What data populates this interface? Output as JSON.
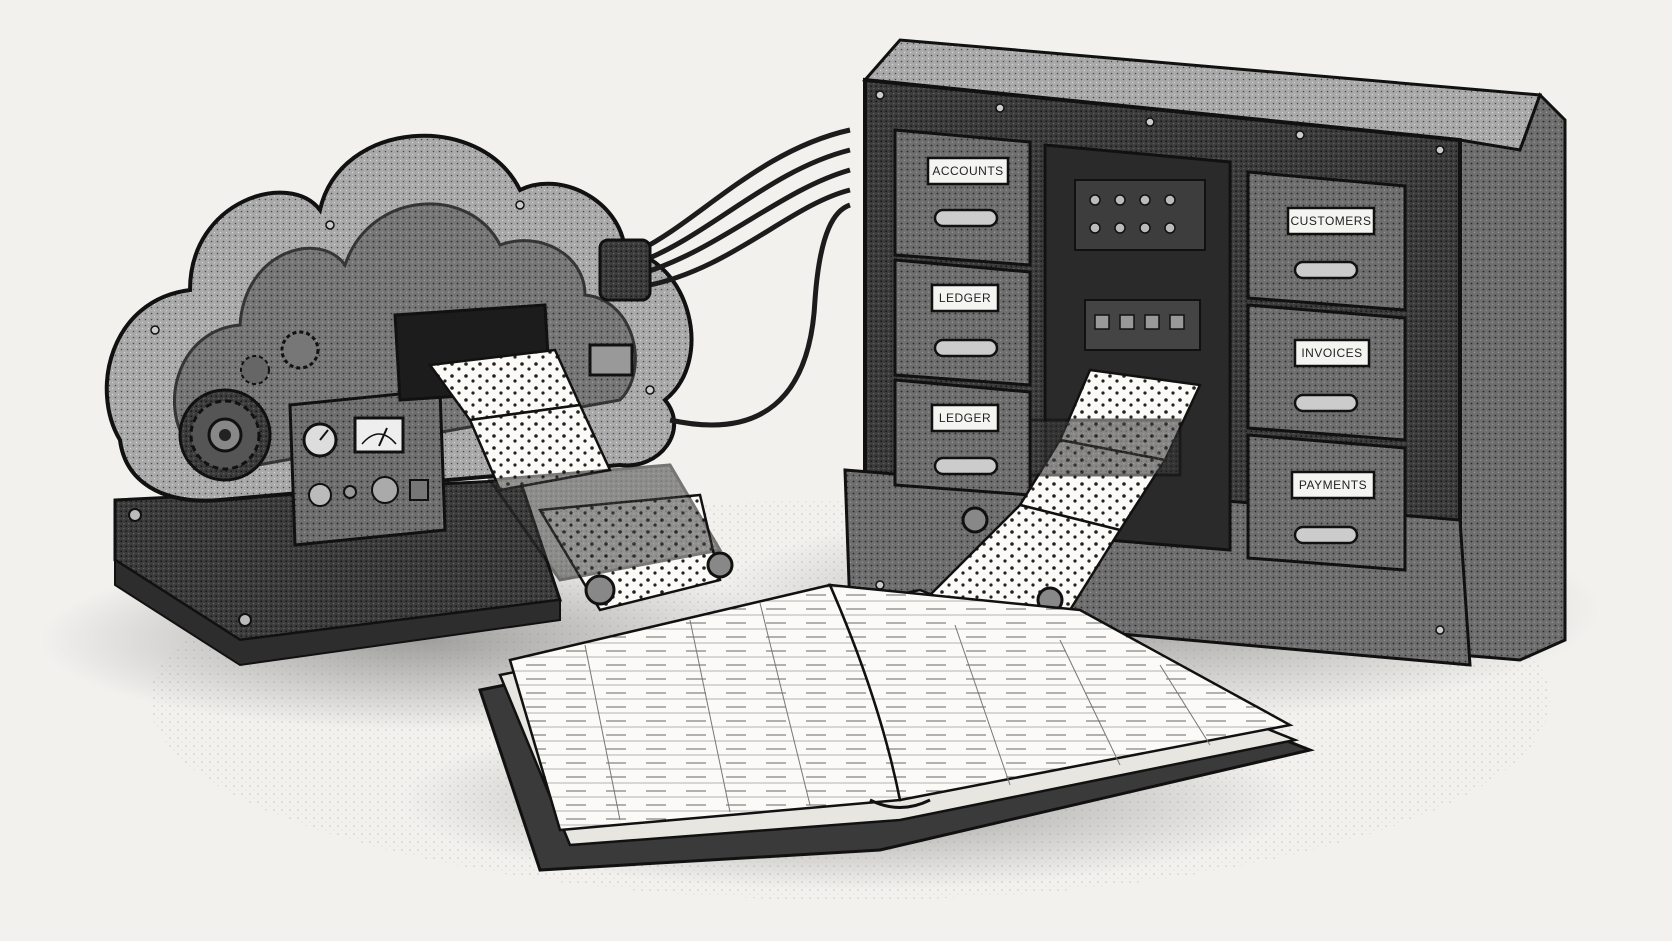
{
  "drawer_labels": {
    "left_top": "ACCOUNTS",
    "left_middle": "LEDGER",
    "left_bottom": "LEDGER",
    "right_top": "CUSTOMERS",
    "right_middle": "INVOICES",
    "right_bottom": "PAYMENTS"
  },
  "colors": {
    "background": "#f2f1ee",
    "ink": "#1c1c1c",
    "metal_dark": "#4a4a4a",
    "metal_mid": "#7d7d7d",
    "paper": "#fbfaf6"
  },
  "icons": {
    "cloud_machine": "cloud-machine-icon",
    "filing_cabinet": "filing-cabinet-icon",
    "ledger_book": "open-ledger-icon",
    "punch_tape": "punch-tape-icon"
  }
}
